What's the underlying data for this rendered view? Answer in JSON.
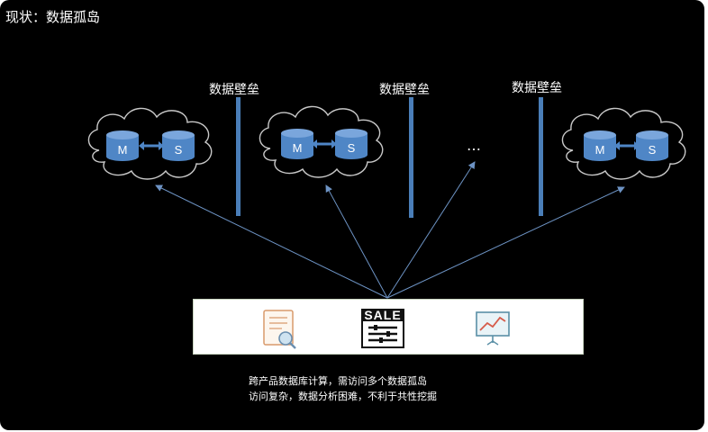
{
  "title": "现状：数据孤岛",
  "wall_label": "数据壁垒",
  "walls": [
    {
      "label": "数据壁垒"
    },
    {
      "label": "数据壁垒"
    },
    {
      "label": "数据壁垒"
    }
  ],
  "clusters": [
    {
      "master": "M",
      "slave": "S"
    },
    {
      "master": "M",
      "slave": "S"
    },
    {
      "master": "M",
      "slave": "S"
    }
  ],
  "ellipsis": "…",
  "tools": [
    {
      "icon": "document-search-icon"
    },
    {
      "icon": "sale-settings-icon",
      "label": "SALE"
    },
    {
      "icon": "chart-board-icon"
    }
  ],
  "description": {
    "line1": "跨产品数据库计算，需访问多个数据孤岛",
    "line2": "访问复杂，数据分析困难，不利于共性挖掘"
  },
  "colors": {
    "background": "#000000",
    "database": "#4f86c6",
    "wall": "#4a7eb8",
    "arrow": "#6d93c4"
  }
}
